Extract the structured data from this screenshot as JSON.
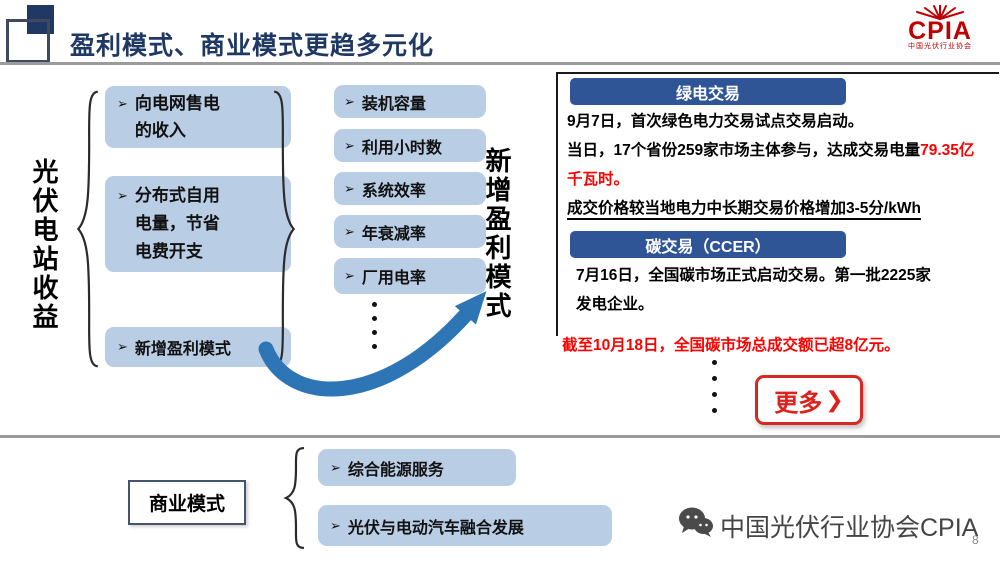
{
  "glyphs": {
    "bullet": "➢",
    "chevron": "❯"
  },
  "header": {
    "title": "盈利模式、商业模式更趋多元化",
    "logo_text": "CPIA",
    "logo_subtext": "中国光伏行业协会"
  },
  "pv_income": {
    "vertical_label": "光伏电站收益",
    "box1": {
      "line1": "向电网售电",
      "line2": "的收入"
    },
    "box2": {
      "line1": "分布式自用",
      "line2": "电量，节省",
      "line3": "电费开支"
    },
    "box3": "新增盈利模式"
  },
  "factors": {
    "items": [
      "装机容量",
      "利用小时数",
      "系统效率",
      "年衰减率",
      "厂用电率"
    ],
    "vertical_label": "新增盈利模式"
  },
  "green_trading": {
    "header": "绿电交易",
    "line1": "9月7日，首次绿色电力交易试点交易启动。",
    "line2_black": "当日，17个省份259家市场主体参与，达成交易电量",
    "line2_red": "79.35亿",
    "line3_red": "千瓦时。",
    "line4": "成交价格较当地电力中长期交易价格增加3-5分/kWh"
  },
  "carbon_trading": {
    "header": "碳交易（CCER）",
    "line1": "7月16日，全国碳市场正式启动交易。第一批2225家",
    "line2": "发电企业。"
  },
  "right_panel": {
    "red_note": "截至10月18日，全国碳市场总成交额已超8亿元。",
    "more_label": "更多"
  },
  "business": {
    "label": "商业模式",
    "item1": "综合能源服务",
    "item2": "光伏与电动汽车融合发展"
  },
  "footer": {
    "watermark": "中国光伏行业协会CPIA",
    "page_number": "8"
  },
  "colors": {
    "navy": "#1F3864",
    "bar_blue": "#2F5597",
    "pill_blue": "#B9CDE5",
    "arrow_blue": "#2E75B6",
    "red": "#FF0000"
  }
}
